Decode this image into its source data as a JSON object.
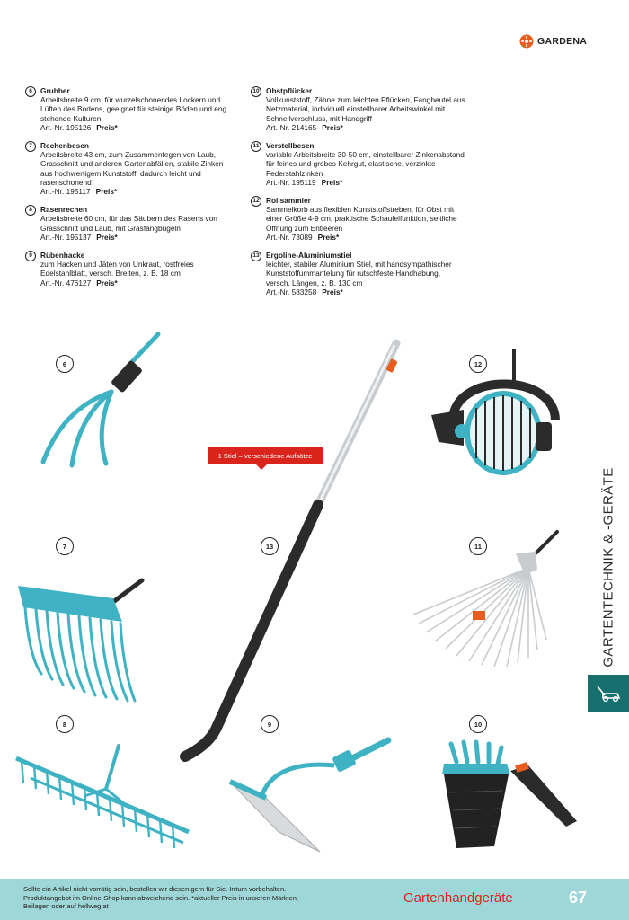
{
  "brand": {
    "name": "GARDENA",
    "accent": "#e85d1e"
  },
  "products_left": [
    {
      "num": "6",
      "title": "Grubber",
      "desc": "Arbeitsbreite 9 cm, für wurzelschonendes Lockern und Lüften des Bodens, geeignet für steinige Böden und eng stehende Kulturen",
      "art": "Art.-Nr. 195126",
      "price": "Preis*"
    },
    {
      "num": "7",
      "title": "Rechenbesen",
      "desc": "Arbeitsbreite 43 cm, zum Zusammenfegen von Laub, Grasschnitt und anderen Gartenabfällen, stabile Zinken aus hochwertigem Kunststoff, dadurch leicht und rasenschonend",
      "art": "Art.-Nr. 195117",
      "price": "Preis*"
    },
    {
      "num": "8",
      "title": "Rasenrechen",
      "desc": "Arbeitsbreite 60 cm, für das Säubern des Rasens von Grasschnitt und Laub, mit Grasfangbügeln",
      "art": "Art.-Nr. 195137",
      "price": "Preis*"
    },
    {
      "num": "9",
      "title": "Rübenhacke",
      "desc": "zum Hacken und Jäten von Unkraut, rostfreies Edelstahlblatt, versch. Breiten, z. B. 18 cm",
      "art": "Art.-Nr. 476127",
      "price": "Preis*"
    }
  ],
  "products_right": [
    {
      "num": "10",
      "title": "Obstpflücker",
      "desc": "Vollkunststoff, Zähne zum leichten Pflücken, Fangbeutel aus Netzmaterial, individuell einstellbarer Arbeitswinkel mit Schnellverschluss, mit Handgriff",
      "art": "Art.-Nr. 214165",
      "price": "Preis*"
    },
    {
      "num": "11",
      "title": "Verstellbesen",
      "desc": "variable Arbeitsbreite 30-50 cm, einstellbarer Zinkenabstand für feines und grobes Kehrgut, elastische, verzinkte Federstahlzinken",
      "art": "Art.-Nr. 195119",
      "price": "Preis*"
    },
    {
      "num": "12",
      "title": "Rollsammler",
      "desc": "Sammelkorb aus flexiblen Kunststoffstreben, für Obst mit einer Größe 4-9 cm, praktische Schaufelfunktion, seitliche Öffnung zum Entleeren",
      "art": "Art.-Nr. 73089",
      "price": "Preis*"
    },
    {
      "num": "13",
      "title": "Ergoline-Aluminiumstiel",
      "desc": "leichter, stabiler Aluminium Stiel, mit handsympathischer Kunststoffummantelung für rutschfeste Handhabung, versch. Längen, z. B. 130 cm",
      "art": "Art.-Nr. 583258",
      "price": "Preis*"
    }
  ],
  "figure_labels": {
    "b6": "6",
    "b7": "7",
    "b8": "8",
    "b9": "9",
    "b10": "10",
    "b11": "11",
    "b12": "12",
    "b13": "13"
  },
  "callout": "1 Stiel – verschiedene Aufsätze",
  "side_tab": {
    "label": "GARTENTECHNIK & -GERÄTE",
    "icon": "lawnmower-icon",
    "color": "#17706e"
  },
  "footer": {
    "note": "Sollte ein Artikel nicht vorrätig sein, bestellen wir diesen gern für Sie. Irrtum vorbehalten. Produktangebot im Online-Shop kann abweichend sein. *aktueller Preis in unseren Märkten, Beilagen oder auf hellweg.at",
    "category": "Gartenhandgeräte",
    "page": "67",
    "background": "#9fd6d8",
    "category_color": "#d9241b"
  },
  "colors": {
    "tool_teal": "#3fb3c4",
    "handle_dark": "#2b2b2b"
  }
}
